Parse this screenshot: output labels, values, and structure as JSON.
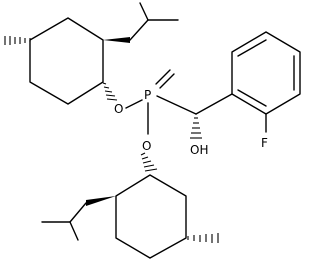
{
  "molecule": {
    "atoms": {
      "p": "P",
      "o_upper": "O",
      "o_lower": "O",
      "oh": "OH",
      "f": "F"
    }
  }
}
